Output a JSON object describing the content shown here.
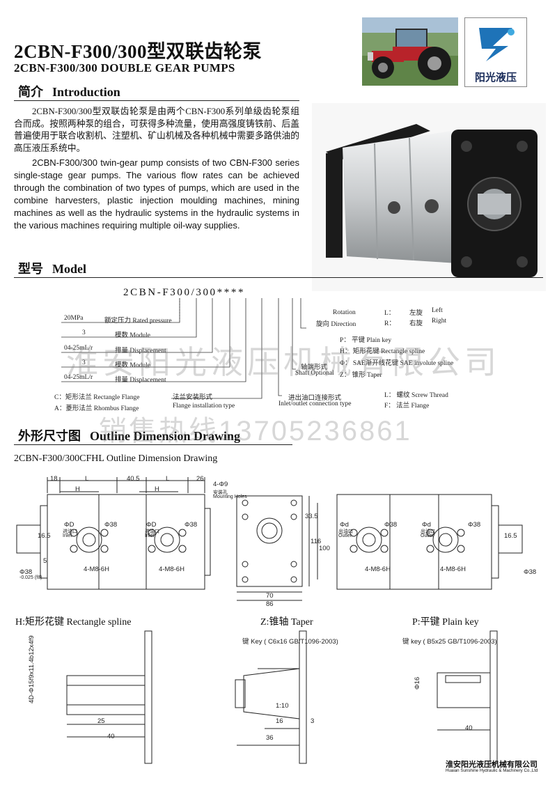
{
  "header": {
    "title_cn": "2CBN-F300/300型双联齿轮泵",
    "title_en": "2CBN-F300/300 DOUBLE GEAR PUMPS",
    "logo_text": "阳光液压"
  },
  "intro": {
    "heading_cn": "简介",
    "heading_en": "Introduction",
    "body_cn": "2CBN-F300/300型双联齿轮泵是由两个CBN-F300系列单级齿轮泵组合而成。按照两种泵的组合，可获得多种流量，使用高强度铸铁前、后盖普遍使用于联合收割机、注塑机、矿山机械及各种机械中需要多路供油的高压液压系统中。",
    "body_en": "2CBN-F300/300 twin-gear pump consists of two CBN-F300 series single-stage gear pumps. The various flow rates can be achieved through the combination of two types of pumps, which are used in the combine harvesters, plastic injection moulding machines, mining machines as well as the hydraulic systems in the hydraulic systems in the various machines requiring multiple oil-way supplies."
  },
  "model": {
    "heading_cn": "型号",
    "heading_en": "Model",
    "code": "2CBN-F300/300****",
    "left": [
      {
        "a": "20MPa",
        "b": "额定压力 Rated pressure"
      },
      {
        "a": "3",
        "b": "模数 Module"
      },
      {
        "a": "04-25mL/r",
        "b": "排量 Displacement"
      },
      {
        "a": "3",
        "b": "模数 Module"
      },
      {
        "a": "04-25mL/r",
        "b": "排量 Displacement"
      }
    ],
    "flange": {
      "c": "C：矩形法兰 Rectangle Flange",
      "a": "A：菱形法兰 Rhombus Flange",
      "label_cn": "法兰安装形式",
      "label_en": "Flange installation type"
    },
    "rotation": {
      "label_en": "Rotation",
      "label_cn": "旋向 Direction",
      "l_key": "L：",
      "l_cn": "左旋",
      "l_en": "Left",
      "r_key": "R：",
      "r_cn": "右旋",
      "r_en": "Right"
    },
    "shaft": {
      "label_cn": "轴端形式",
      "label_en": "Shaft Optional",
      "p": "P：  平键   Plain key",
      "h": "H：  矩形花键   Rectangle spline",
      "phi": "Φ：  SAE渐开线花键  SAE involute spline",
      "z": "Z：  锥形   Taper"
    },
    "inlet": {
      "label_cn": "进出油口连接形式",
      "label_en": "Inlet/outlet connection type",
      "l": "L：     螺纹     Screw Thread",
      "f": "F：     法兰     Flange"
    }
  },
  "watermark": {
    "company": "淮安阳光液压机械有限公司",
    "hotline": "销售热线13705236861"
  },
  "outline": {
    "heading_cn": "外形尺寸图",
    "heading_en": "Outline Dimension Drawing",
    "subtitle": "2CBN-F300/300CFHL    Outline Dimension Drawing",
    "dims": {
      "d18": "18",
      "L": "L",
      "d405": "40.5",
      "L2": "L",
      "d26": "26",
      "H1": "H",
      "H2": "H",
      "hole": "4-Φ9",
      "mount_cn": "安装孔",
      "mount_en": "Mounting Holes",
      "phiD": "ΦD",
      "phiD2": "ΦD",
      "phid": "Φd",
      "phid2": "Φd",
      "phi38": "Φ38",
      "phi38b": "Φ38",
      "phi38c": "Φ38",
      "phi38d": "Φ38",
      "inlet_cn": "进油口",
      "inlet_en": "Inlet",
      "outlet_cn": "出油口",
      "outlet_en": "Outlet",
      "m8": "4-M8-6H",
      "d165": "16.5",
      "d5": "5",
      "d38f8": "Φ38",
      "f8": "-0.025 (f8)",
      "d335": "33.5",
      "d100": "100",
      "d116": "116",
      "d70": "70",
      "d86": "86"
    }
  },
  "details": {
    "h_label": "H:矩形花键  Rectangle spline",
    "z_label": "Z:锥轴  Taper",
    "p_label": "P:平键  Plain key",
    "h_spline": "4D-Φ15f9x11.4b12x4f9",
    "h_25": "25",
    "h_40": "40",
    "z_key": "键 Key ( C6x16  GB/T1096-2003)",
    "z_ratio": "1:10",
    "z_16": "16",
    "z_3": "3",
    "z_36": "36",
    "p_key": "键 key ( B5x25 GB/T1096-2003)",
    "p_phi16": "Φ16",
    "p_40": "40"
  },
  "footer": {
    "company_cn": "淮安阳光液压机械有限公司",
    "company_en": "Huaian Sunshine Hydraulic & Machinery Co.,Ltd"
  },
  "colors": {
    "tractor_red": "#b8232a",
    "pump_silver": "#c8cbcd",
    "pump_black": "#161616",
    "logo_blue": "#1e73b8",
    "watermark": "#8c8c8c"
  }
}
